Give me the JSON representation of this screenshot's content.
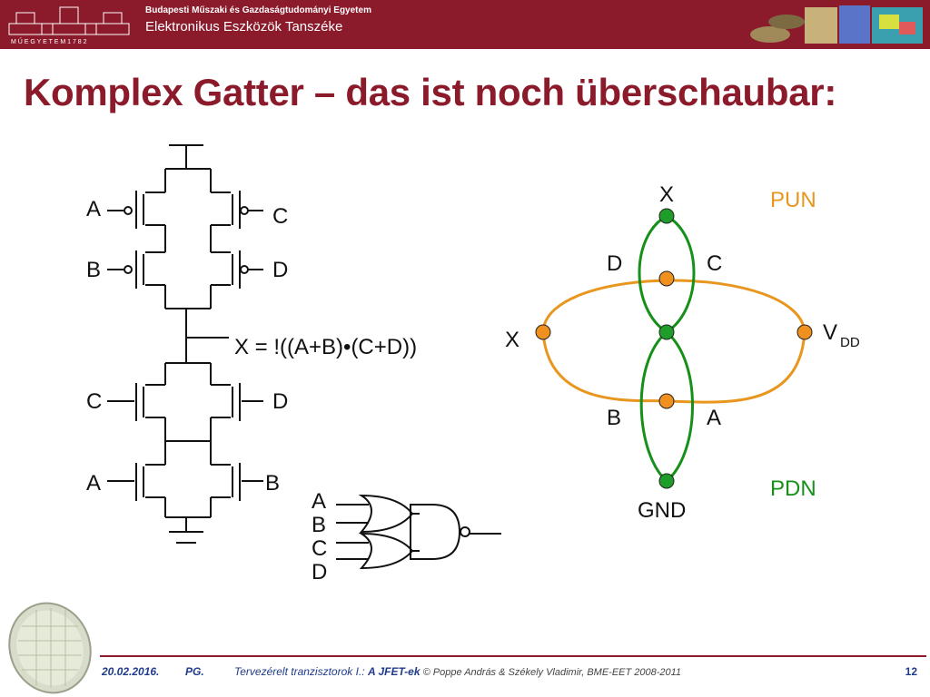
{
  "header": {
    "university": "Budapesti Műszaki és Gazdaságtudományi Egyetem",
    "department": "Elektronikus Eszközök Tanszéke",
    "logo_text": "M Ű E G Y E T E M  1 7 8 2"
  },
  "title": "Komplex Gatter – das ist noch überschaubar:",
  "schematic": {
    "labels": {
      "a_top": "A",
      "c_top": "C",
      "b_top": "B",
      "d_top": "D",
      "c_bottom": "C",
      "d_bottom": "D",
      "a_bottom": "A",
      "b_bottom": "B"
    },
    "equation": "X = !((A+B)•(C+D))"
  },
  "gate": {
    "inputs": [
      "A",
      "B",
      "C",
      "D"
    ]
  },
  "graph": {
    "x_top": "X",
    "d": "D",
    "c": "C",
    "x_left": "X",
    "vdd_main": "V",
    "vdd_sub": "DD",
    "b": "B",
    "a": "A",
    "gnd": "GND",
    "pun": "PUN",
    "pdn": "PDN",
    "colors": {
      "pun": "#e8961e",
      "pdn": "#17901a",
      "node_green": "#1f9d2a",
      "node_orange": "#f0901e"
    }
  },
  "footer": {
    "date": "20.02.2016.",
    "author": "PG.",
    "course_prefix": "Tervezérelt tranzisztorok I.: ",
    "course_topic": "A JFET-ek",
    "copyright": " © Poppe András & Székely Vladimir, BME-EET 2008-2011",
    "page": "12"
  }
}
